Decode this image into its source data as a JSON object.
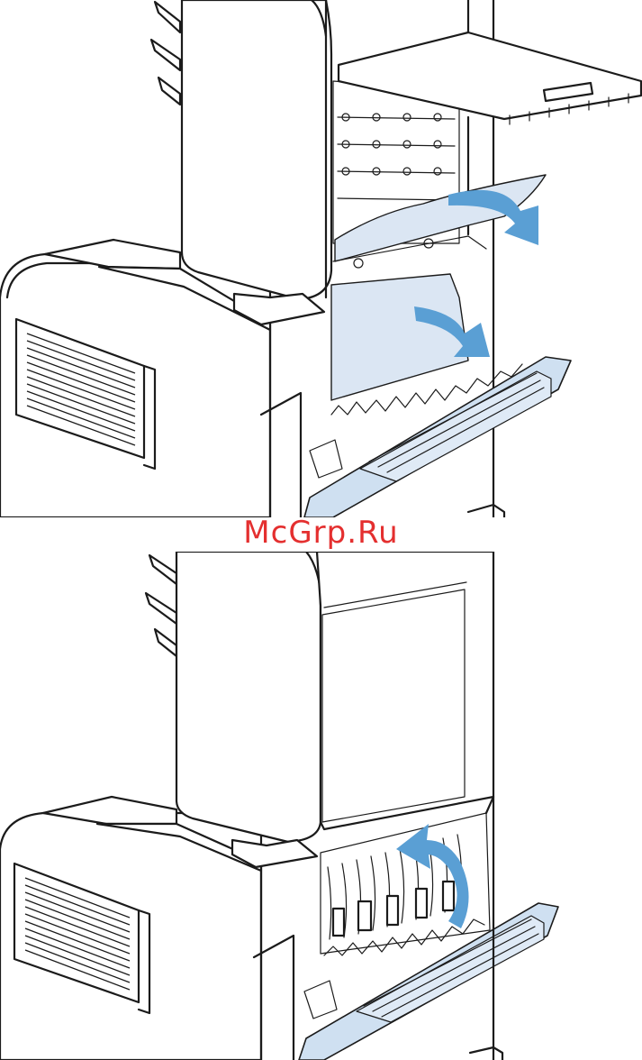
{
  "watermark": {
    "text": "McGrp.Ru",
    "color": "#e42f2f"
  },
  "figures": [
    {
      "name": "step-remove-paper",
      "description_icons": [
        "printer-icon",
        "output-bin-icon",
        "rear-door-icon",
        "jammed-paper-icon",
        "pull-arrow-icon"
      ]
    },
    {
      "name": "step-close-duplexer",
      "description_icons": [
        "printer-icon",
        "output-bin-icon",
        "rear-door-icon",
        "close-arrow-icon"
      ]
    }
  ],
  "colors": {
    "accent_arrow": "#5a9fd4",
    "highlight_blue": "#cfe0f1",
    "line": "#1b1b1b",
    "watermark": "#e42f2f"
  }
}
